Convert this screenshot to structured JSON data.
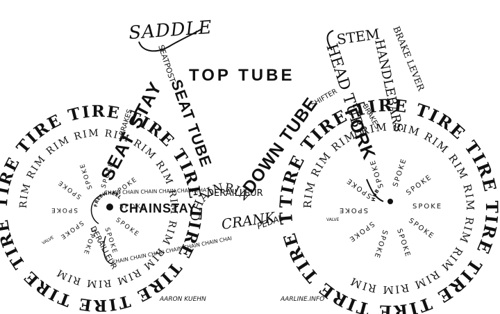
{
  "ink_color": "#111111",
  "background_color": "#ffffff",
  "labels": {
    "saddle": "SADDLE",
    "seatpost": "SEATPOST",
    "top_tube": "TOP TUBE",
    "stem": "STEM",
    "handlebars": "HANDLEBARS",
    "brake_lever": "BRAKE LEVER",
    "head_tube": "HEAD TUBE",
    "seat_stay": "SEAT STAY",
    "seat_tube": "SEAT TUBE",
    "down_tube": "DOWN TUBE",
    "fork": "FORK",
    "shifter": "SHIFTER",
    "brakes_front": "BRAKES",
    "brakes_rear": "BRAKES",
    "chainstay": "CHAINSTAY",
    "chain": "CHAIN CHAIN CHAIN CHAIN CHAIN CHAIN",
    "chain_lower": "CHAIN CHAIN CHAIN CHAIN CHAIN CHAIN CHAIN",
    "derailleur_front": "DERAILLEUR",
    "derailleur_rear": "DERAILLEUR",
    "chainring": "CHAINRING",
    "crank": "CRANK",
    "pedal": "PEDAL",
    "freewheel": "FREEWHEEL",
    "hub": "HUB",
    "tire": "TIRE TIRE TIRE TIRE TIRE TIRE TIRE TIRE TIRE TIRE TIRE",
    "rim": "RIM RIM RIM RIM RIM RIM RIM RIM RIM RIM RIM RIM RIM",
    "spoke": "SPOKE",
    "valve": "VALVE"
  },
  "credits": {
    "author": "AARON KUEHN",
    "site": "AARLINE.INFO"
  }
}
